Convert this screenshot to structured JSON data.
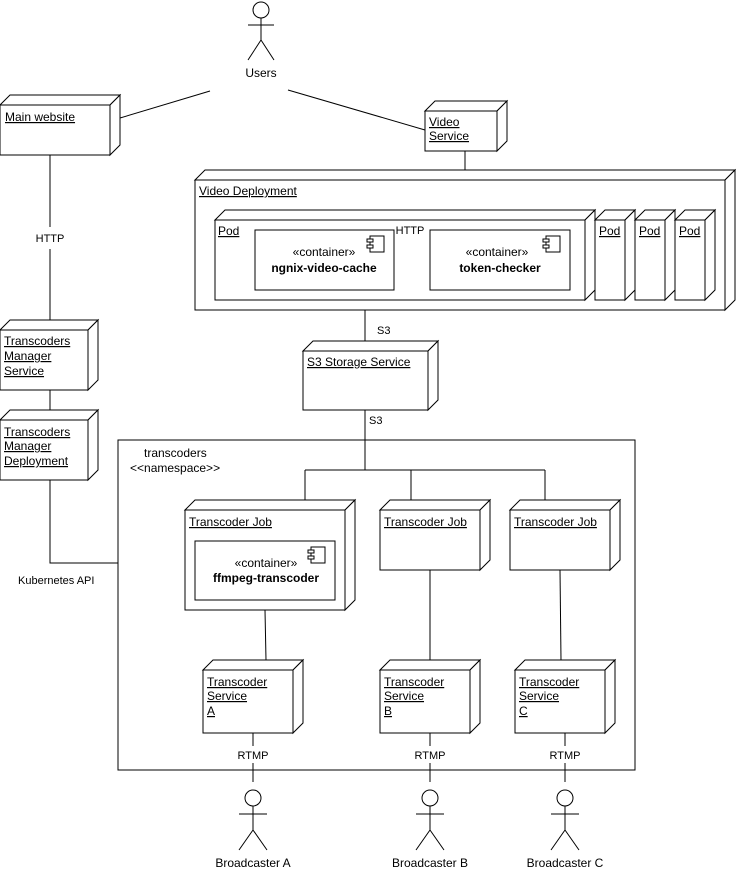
{
  "actors": {
    "users": "Users",
    "broadcaster_a": "Broadcaster A",
    "broadcaster_b": "Broadcaster B",
    "broadcaster_c": "Broadcaster C"
  },
  "nodes": {
    "main_website": "Main website",
    "video_service": [
      "Video",
      "Service"
    ],
    "video_deployment": "Video Deployment",
    "pod": "Pod",
    "s3_storage": "S3 Storage Service",
    "tm_service": [
      "Transcoders",
      "Manager",
      "Service"
    ],
    "tm_deployment": [
      "Transcoders",
      "Manager",
      "Deployment"
    ],
    "transcoder_job": "Transcoder Job",
    "transcoder_service_a": [
      "Transcoder",
      "Service",
      "A"
    ],
    "transcoder_service_b": [
      "Transcoder",
      "Service",
      "B"
    ],
    "transcoder_service_c": [
      "Transcoder",
      "Service",
      "C"
    ]
  },
  "containers": {
    "stereotype": "«container»",
    "ngnix": "ngnix-video-cache",
    "token": "token-checker",
    "ffmpeg": "ffmpeg-transcoder"
  },
  "namespace": {
    "name": "transcoders",
    "stereotype": "<<namespace>>"
  },
  "edge_labels": {
    "http": "HTTP",
    "s3": "S3",
    "kubernetes_api": "Kubernetes API",
    "rtmp": "RTMP"
  }
}
